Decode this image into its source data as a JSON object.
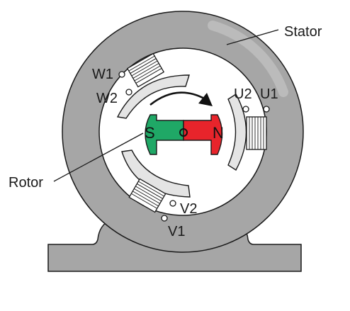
{
  "labels": {
    "stator": "Stator",
    "rotor": "Rotor",
    "w1": "W1",
    "w2": "W2",
    "u1": "U1",
    "u2": "U2",
    "v1": "V1",
    "v2": "V2"
  },
  "rotor": {
    "south_pole": "S",
    "north_pole": "N"
  },
  "colors": {
    "stator": "#a6a6a6",
    "stator_outline": "#1a1a1a",
    "south_pole": "#1fa866",
    "north_pole": "#e8242b",
    "pole_shoe": "#e4e4e4"
  }
}
